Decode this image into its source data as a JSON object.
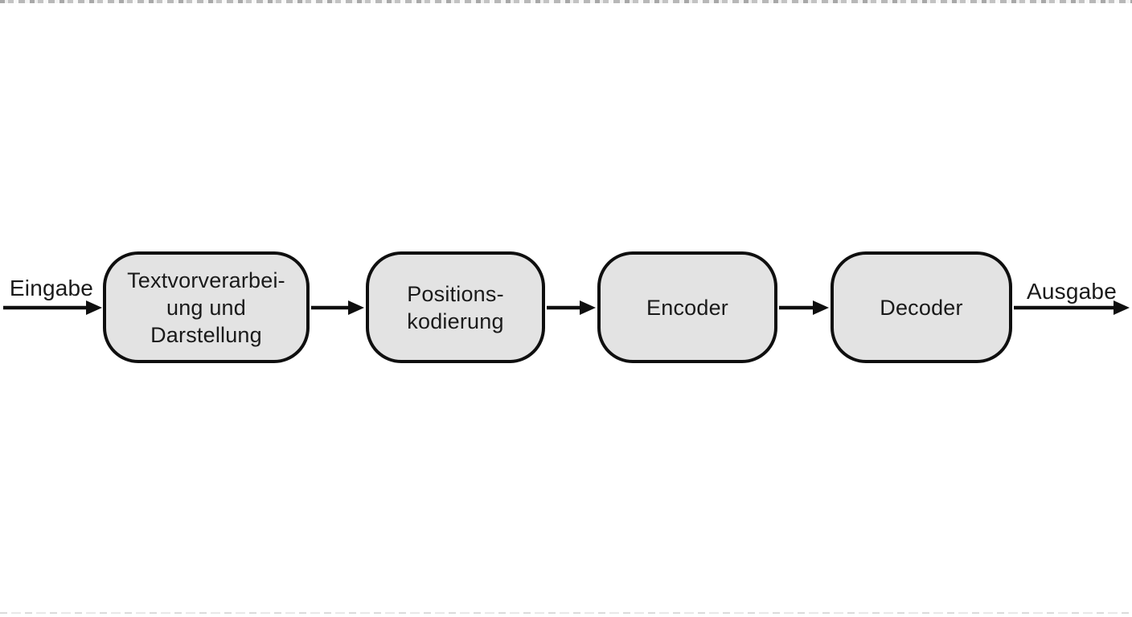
{
  "diagram": {
    "input_label": "Eingabe",
    "output_label": "Ausgabe",
    "nodes": [
      {
        "lines": [
          "Textvorverarbei-",
          "ung und",
          "Darstellung"
        ]
      },
      {
        "lines": [
          "Positions-",
          "kodierung"
        ]
      },
      {
        "lines": [
          "Encoder"
        ]
      },
      {
        "lines": [
          "Decoder"
        ]
      }
    ],
    "colors": {
      "background": "#ffffff",
      "node_fill": "#e3e3e3",
      "node_border": "#0f0f0f",
      "arrow": "#0f0f0f",
      "text": "#1a1a1a"
    }
  }
}
